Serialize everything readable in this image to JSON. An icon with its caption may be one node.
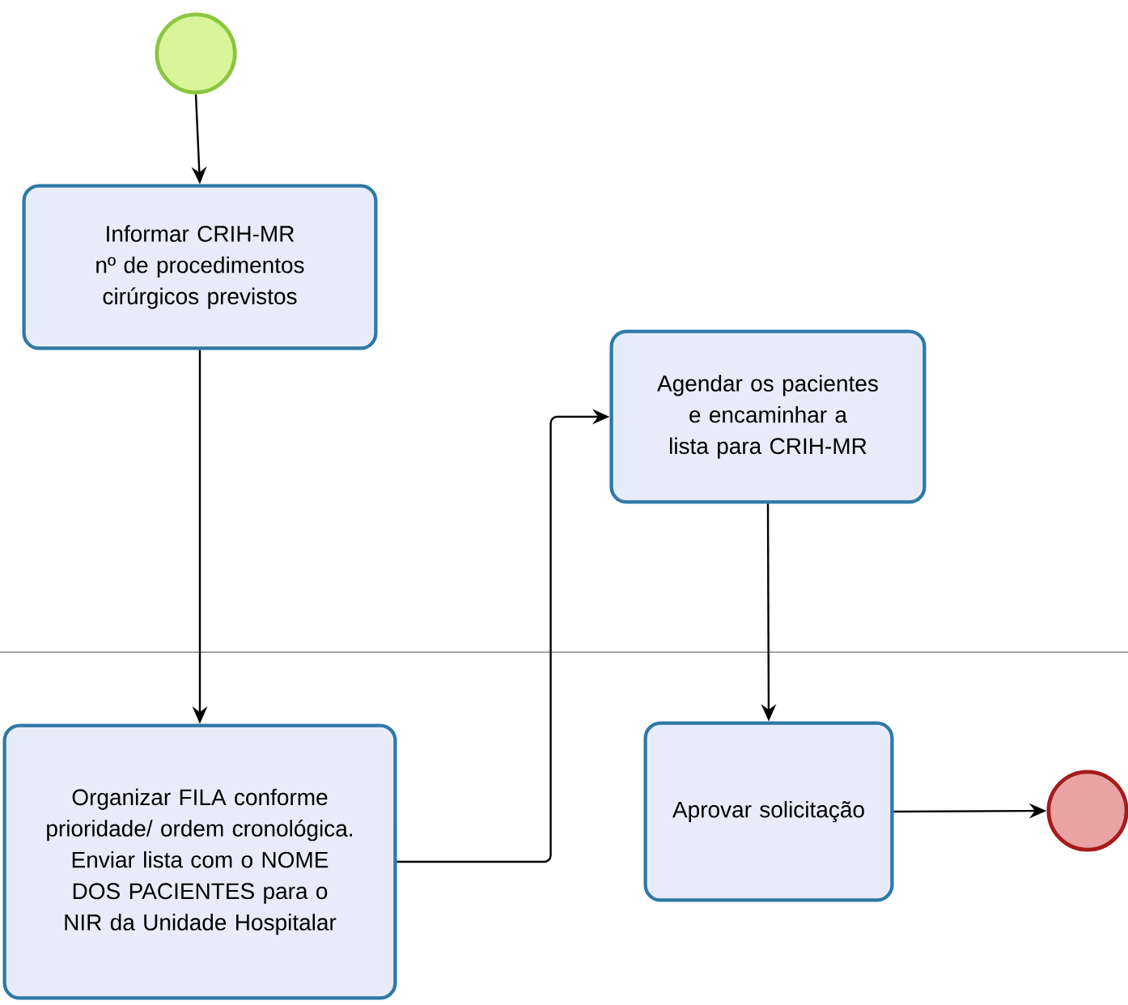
{
  "diagram": {
    "nodes": [
      {
        "text": [],
        "shape": "circle"
      },
      {
        "text": [
          "Informar CRIH-MR nº de procedimentos cirúrgicos previstos"
        ]
      },
      {
        "text": [
          "Agendar os pacientes e encaminhar a lista para CRIH-MR"
        ]
      },
      {
        "text": [
          "Organizar FILA conforme prioridade/ ordem cronológica. Enviar lista com o NOME DOS PACIENTES para o NIR da Unidade Hospitalar"
        ]
      },
      {
        "text": [
          "Aprovar solicitação"
        ]
      },
      {
        "text": [],
        "shape": "circle"
      }
    ],
    "edges": [
      {
        "from": 0,
        "to": 1,
        "arrow": "to"
      },
      {
        "from": 1,
        "to": 3,
        "arrow": "to"
      },
      {
        "from": 3,
        "to": 2,
        "arrow": "to"
      },
      {
        "from": 2,
        "to": 4,
        "arrow": "to"
      },
      {
        "from": 4,
        "to": 5,
        "arrow": "to"
      }
    ]
  }
}
